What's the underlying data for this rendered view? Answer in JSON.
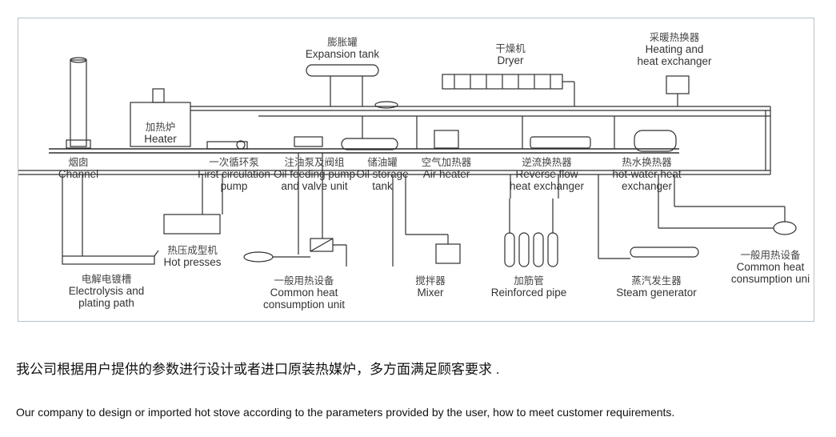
{
  "diagram": {
    "components": {
      "expansion_tank": {
        "zh": "膨胀罐",
        "en": "Expansion tank"
      },
      "dryer": {
        "zh": "干燥机",
        "en": "Dryer"
      },
      "heating_exchanger": {
        "zh": "采暖热换器",
        "en1": "Heating and",
        "en2": "heat exchanger"
      },
      "heater": {
        "zh": "加热炉",
        "en": "Heater"
      },
      "channel": {
        "zh": "烟囱",
        "en": "Channel"
      },
      "circulation_pump": {
        "zh": "一次循环泵",
        "en1": "First circulation",
        "en2": "pump"
      },
      "oil_feeding_pump": {
        "zh": "注油泵及阀组",
        "en1": "Oil feeding pump",
        "en2": "and valve unit"
      },
      "oil_storage_tank": {
        "zh": "储油罐",
        "en1": "Oil storage",
        "en2": "tank"
      },
      "air_heater": {
        "zh": "空气加热器",
        "en": "Air heater"
      },
      "reverse_flow_exchanger": {
        "zh": "逆流换热器",
        "en1": "Reverse flow",
        "en2": "heat exchanger"
      },
      "hot_water_exchanger": {
        "zh": "热水换热器",
        "en1": "hot-water heat",
        "en2": "exchanger"
      },
      "hot_presses": {
        "zh": "热压成型机",
        "en": "Hot presses"
      },
      "electrolysis": {
        "zh": "电解电镀槽",
        "en1": "Electrolysis and",
        "en2": "plating path"
      },
      "heat_unit_center": {
        "zh": "一般用热设备",
        "en1": "Common heat",
        "en2": "consumption unit"
      },
      "mixer": {
        "zh": "搅拌器",
        "en": "Mixer"
      },
      "reinforced_pipe": {
        "zh": "加筋管",
        "en": "Reinforced pipe"
      },
      "steam_generator": {
        "zh": "蒸汽发生器",
        "en": "Steam generator"
      },
      "heat_unit_right": {
        "zh": "一般用热设备",
        "en1": "Common heat",
        "en2": "consumption uni"
      }
    }
  },
  "captions": {
    "zh": "我公司根据用户提供的参数进行设计或者进口原装热媒炉，多方面满足顾客要求 .",
    "en": "Our company to design or imported hot stove according to the parameters provided by the user, how to meet customer requirements."
  },
  "colors": {
    "line": "#2f2f2f",
    "frame": "#b9c3cc"
  }
}
